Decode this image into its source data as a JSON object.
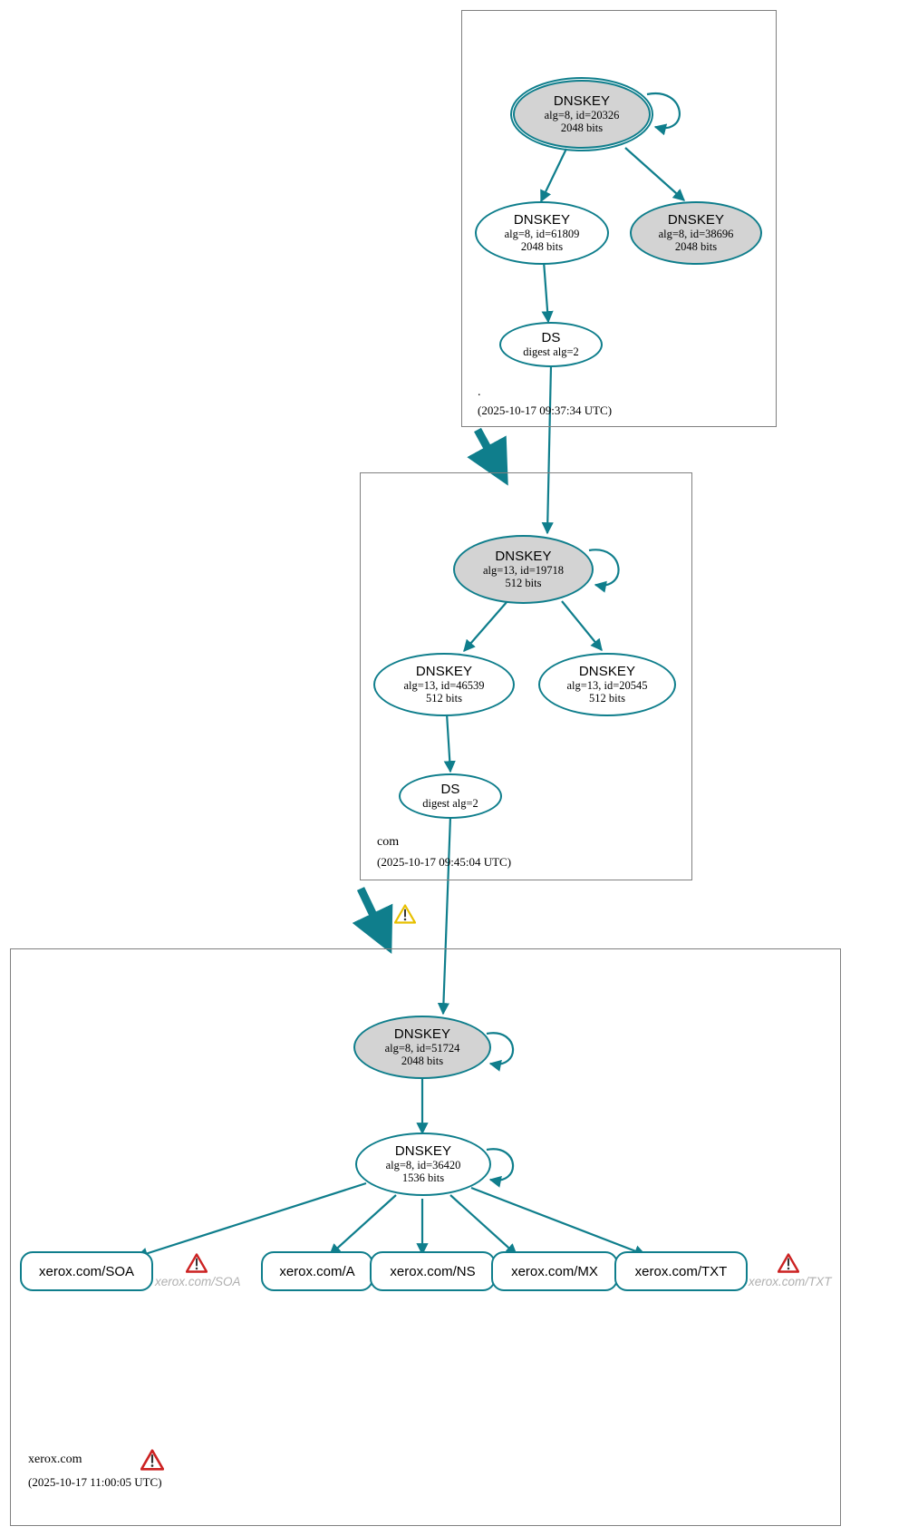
{
  "diagram": {
    "kind": "dnssec-authentication-chain",
    "accent_color": "#0f7e8c",
    "shaded_node_color": "#d3d3d3",
    "warning_color": "#cc2222",
    "zone_border_color": "#808080",
    "warning_label_color": "#b0b0b0"
  },
  "zones": [
    {
      "id": "root",
      "label": ".",
      "timestamp": "(2025-10-17 09:37:34 UTC)",
      "has_warning": false
    },
    {
      "id": "com",
      "label": "com",
      "timestamp": "(2025-10-17 09:45:04 UTC)",
      "has_warning": false
    },
    {
      "id": "xeroxcom",
      "label": "xerox.com",
      "timestamp": "(2025-10-17 11:00:05 UTC)",
      "has_warning": true
    }
  ],
  "nodes": {
    "root_ksk": {
      "title": "DNSKEY",
      "line2": "alg=8, id=20326",
      "line3": "2048 bits"
    },
    "root_zsk": {
      "title": "DNSKEY",
      "line2": "alg=8, id=61809",
      "line3": "2048 bits"
    },
    "root_alt": {
      "title": "DNSKEY",
      "line2": "alg=8, id=38696",
      "line3": "2048 bits"
    },
    "root_ds": {
      "title": "DS",
      "line2": "digest alg=2",
      "line3": ""
    },
    "com_ksk": {
      "title": "DNSKEY",
      "line2": "alg=13, id=19718",
      "line3": "512 bits"
    },
    "com_zsk1": {
      "title": "DNSKEY",
      "line2": "alg=13, id=46539",
      "line3": "512 bits"
    },
    "com_zsk2": {
      "title": "DNSKEY",
      "line2": "alg=13, id=20545",
      "line3": "512 bits"
    },
    "com_ds": {
      "title": "DS",
      "line2": "digest alg=2",
      "line3": ""
    },
    "x_ksk": {
      "title": "DNSKEY",
      "line2": "alg=8, id=51724",
      "line3": "2048 bits"
    },
    "x_zsk": {
      "title": "DNSKEY",
      "line2": "alg=8, id=36420",
      "line3": "1536 bits"
    }
  },
  "rrsets": [
    {
      "id": "soa",
      "label": "xerox.com/SOA"
    },
    {
      "id": "a",
      "label": "xerox.com/A"
    },
    {
      "id": "ns",
      "label": "xerox.com/NS"
    },
    {
      "id": "mx",
      "label": "xerox.com/MX"
    },
    {
      "id": "txt",
      "label": "xerox.com/TXT"
    }
  ],
  "warnings": [
    {
      "id": "warn-soa",
      "label": "xerox.com/SOA"
    },
    {
      "id": "warn-txt",
      "label": "xerox.com/TXT"
    },
    {
      "id": "warn-zone",
      "label": ""
    },
    {
      "id": "warn-delegation",
      "label": ""
    }
  ]
}
